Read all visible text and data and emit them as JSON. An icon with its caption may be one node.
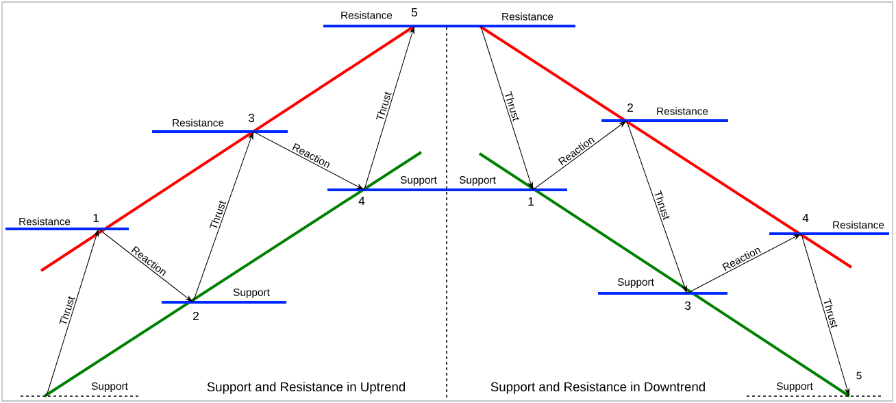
{
  "diagram": {
    "nodes": [
      {
        "text": [
          "Support"
        ]
      },
      {
        "text": [
          "Resistance"
        ],
        "beside": [
          "1"
        ]
      },
      {
        "text": [
          "Support"
        ],
        "beside": [
          "2"
        ]
      },
      {
        "text": [
          "Resistance"
        ],
        "beside": [
          "3"
        ]
      },
      {
        "text": [
          "Support"
        ],
        "beside": [
          "4"
        ]
      },
      {
        "text": [
          "Resistance"
        ],
        "beside": [
          "5"
        ]
      },
      {
        "text": [
          "Resistance"
        ]
      },
      {
        "text": [
          "Support"
        ],
        "beside": [
          "1"
        ]
      },
      {
        "text": [
          "Resistance"
        ],
        "beside": [
          "2"
        ]
      },
      {
        "text": [
          "Support"
        ],
        "beside": [
          "3"
        ]
      },
      {
        "text": [
          "Resistance"
        ],
        "beside": [
          "4"
        ]
      },
      {
        "text": [
          "Support",
          "5"
        ]
      }
    ],
    "edges": [
      {
        "from": 0,
        "to": 1,
        "arrow": "to",
        "label": "Thrust"
      },
      {
        "from": 1,
        "to": 2,
        "arrow": "to",
        "label": "Reaction"
      },
      {
        "from": 2,
        "to": 3,
        "arrow": "to",
        "label": "Thrust"
      },
      {
        "from": 3,
        "to": 4,
        "arrow": "to",
        "label": "Reaction"
      },
      {
        "from": 4,
        "to": 5,
        "arrow": "to",
        "label": "Thrust"
      },
      {
        "from": 6,
        "to": 7,
        "arrow": "to",
        "label": "Thrust"
      },
      {
        "from": 7,
        "to": 8,
        "arrow": "to",
        "label": "Reaction"
      },
      {
        "from": 8,
        "to": 9,
        "arrow": "to",
        "label": "Thrust"
      },
      {
        "from": 9,
        "to": 10,
        "arrow": "to",
        "label": "Reaction"
      },
      {
        "from": 10,
        "to": 11,
        "arrow": "to",
        "label": "Thrust"
      }
    ],
    "labels": [
      "Support and Resistance in Uptrend",
      "Support and Resistance in Downtrend"
    ]
  }
}
